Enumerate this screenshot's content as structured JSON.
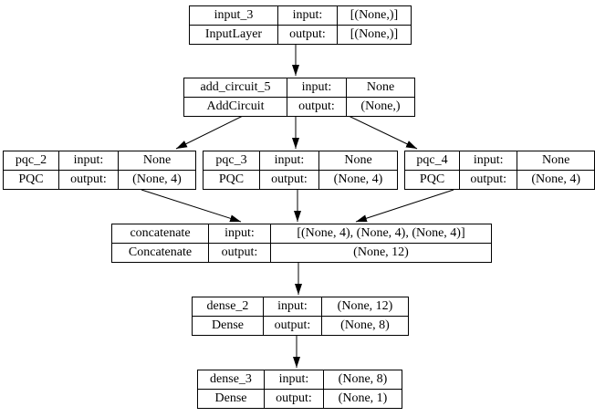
{
  "diagram": {
    "title": "keras-model-plot",
    "background_color": "#ffffff",
    "line_color": "#000000",
    "labels": {
      "input": "input:",
      "output": "output:"
    },
    "nodes": [
      {
        "name": "input_3",
        "type": "InputLayer",
        "input_value": "[(None,)]",
        "output_value": "[(None,)]"
      },
      {
        "name": "add_circuit_5",
        "type": "AddCircuit",
        "input_value": "None",
        "output_value": "(None,)"
      },
      {
        "name": "pqc_2",
        "type": "PQC",
        "input_value": "None",
        "output_value": "(None, 4)"
      },
      {
        "name": "pqc_3",
        "type": "PQC",
        "input_value": "None",
        "output_value": "(None, 4)"
      },
      {
        "name": "pqc_4",
        "type": "PQC",
        "input_value": "None",
        "output_value": "(None, 4)"
      },
      {
        "name": "concatenate",
        "type": "Concatenate",
        "input_value": "[(None, 4), (None, 4), (None, 4)]",
        "output_value": "(None, 12)"
      },
      {
        "name": "dense_2",
        "type": "Dense",
        "input_value": "(None, 12)",
        "output_value": "(None, 8)"
      },
      {
        "name": "dense_3",
        "type": "Dense",
        "input_value": "(None, 8)",
        "output_value": "(None, 1)"
      }
    ],
    "edges": [
      {
        "from": "input_3",
        "to": "add_circuit_5"
      },
      {
        "from": "add_circuit_5",
        "to": "pqc_2"
      },
      {
        "from": "add_circuit_5",
        "to": "pqc_3"
      },
      {
        "from": "add_circuit_5",
        "to": "pqc_4"
      },
      {
        "from": "pqc_2",
        "to": "concatenate"
      },
      {
        "from": "pqc_3",
        "to": "concatenate"
      },
      {
        "from": "pqc_4",
        "to": "concatenate"
      },
      {
        "from": "concatenate",
        "to": "dense_2"
      },
      {
        "from": "dense_2",
        "to": "dense_3"
      }
    ]
  }
}
